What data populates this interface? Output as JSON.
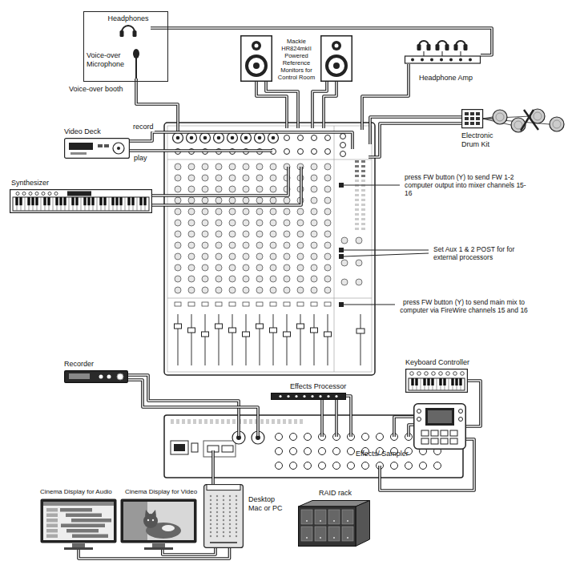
{
  "diagram": {
    "nodes": [
      {
        "text": [
          "Voice-over booth"
        ]
      },
      {
        "text": [
          "Headphones"
        ],
        "in": 0
      },
      {
        "text": [
          "Voice-over Microphone"
        ],
        "in": 0
      },
      {
        "text": [
          "Mackie HR824mkII Powered Reference Monitors for Control Room"
        ]
      },
      {
        "text": [
          "Headphone Amp"
        ]
      },
      {
        "text": [
          "Video Deck"
        ]
      },
      {
        "text": [
          "Electronic Drum Kit"
        ]
      },
      {
        "text": [
          "Synthesizer"
        ]
      },
      {
        "text": [
          "Recorder"
        ]
      },
      {
        "text": [
          "Keyboard Controller"
        ]
      },
      {
        "text": [
          "Effects Processor"
        ]
      },
      {
        "text": [
          "Effects/ Sampler"
        ]
      },
      {
        "text": [
          "Cinema Display for Audio"
        ]
      },
      {
        "text": [
          "Cinema Display for Video"
        ]
      },
      {
        "text": [
          "Desktop Mac or PC"
        ]
      },
      {
        "text": [
          "RAID rack"
        ]
      }
    ],
    "edges": [
      {
        "from": 1,
        "to": 4,
        "arrow": "none"
      },
      {
        "from": 9,
        "to": 11,
        "arrow": "none"
      },
      {
        "from": 14,
        "to": 13,
        "arrow": "none"
      },
      {
        "from": 14,
        "to": 12,
        "arrow": "none"
      }
    ],
    "labels": [
      "record",
      "play",
      "press FW button (Y) to send FW 1-2 computer output into mixer channels 15-16",
      "Set Aux 1 & 2 POST for for external processors",
      "press FW button (Y) to send main mix to computer via FireWire channels 15 and 16"
    ]
  }
}
